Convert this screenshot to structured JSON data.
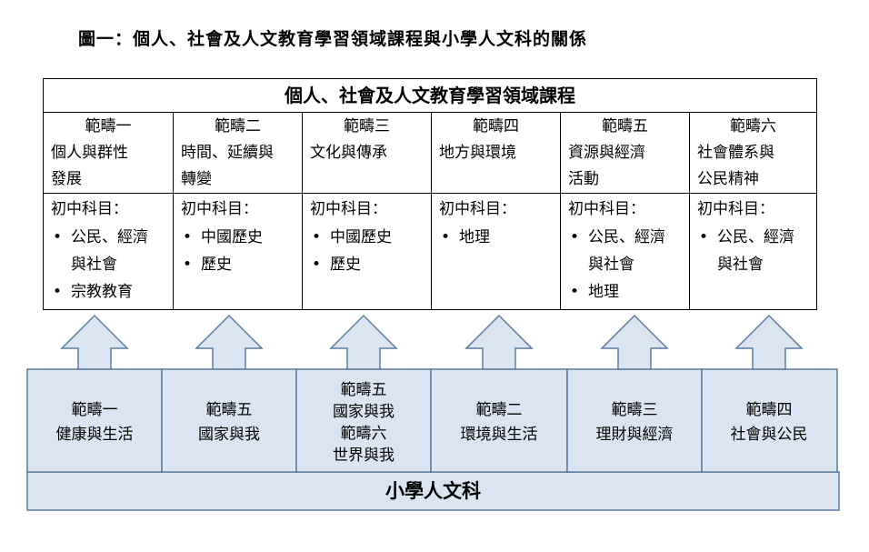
{
  "figure_title": "圖一：個人、社會及人文教育學習領域課程與小學人文科的關係",
  "kla_table": {
    "title": "個人、社會及人文教育學習領域課程",
    "subjects_label": "初中科目：",
    "bullet": "•",
    "columns": [
      {
        "strand_no": "範疇一",
        "strand_name": "個人與群性\n發展",
        "subjects": [
          "公民、經濟\n與社會",
          "宗教教育"
        ]
      },
      {
        "strand_no": "範疇二",
        "strand_name": "時間、延續與\n轉變",
        "subjects": [
          "中國歷史",
          "歷史"
        ]
      },
      {
        "strand_no": "範疇三",
        "strand_name": "文化與傳承",
        "subjects": [
          "中國歷史",
          "歷史"
        ]
      },
      {
        "strand_no": "範疇四",
        "strand_name": "地方與環境",
        "subjects": [
          "地理"
        ]
      },
      {
        "strand_no": "範疇五",
        "strand_name": "資源與經濟\n活動",
        "subjects": [
          "公民、經濟\n與社會",
          "地理"
        ]
      },
      {
        "strand_no": "範疇六",
        "strand_name": "社會體系與\n公民精神",
        "subjects": [
          "公民、經濟\n與社會"
        ]
      }
    ]
  },
  "primary": {
    "base_label": "小學人文科",
    "strands": [
      {
        "text": "範疇一\n健康與生活"
      },
      {
        "text": "範疇五\n國家與我"
      },
      {
        "text": "範疇五\n國家與我\n範疇六\n世界與我"
      },
      {
        "text": "範疇二\n環境與生活"
      },
      {
        "text": "範疇三\n理財與經濟"
      },
      {
        "text": "範疇四\n社會與公民"
      }
    ]
  },
  "colors": {
    "fill": "#dbe5f1",
    "stroke": "#5b7ba0",
    "text": "#000000"
  }
}
